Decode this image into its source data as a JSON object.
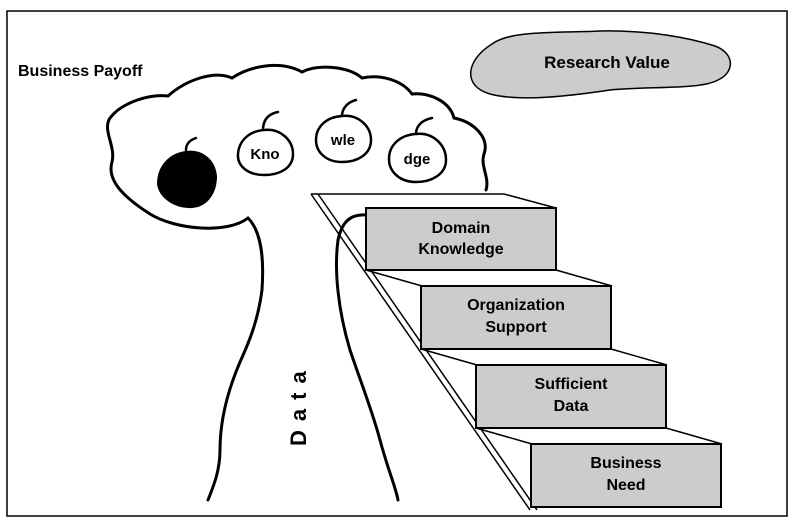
{
  "title": "Business Payoff",
  "cloud_label": "Research Value",
  "apple_labels": [
    "Kno",
    "wle",
    "dge"
  ],
  "trunk_label": "Data",
  "steps": [
    {
      "line1": "Domain",
      "line2": "Knowledge"
    },
    {
      "line1": "Organization",
      "line2": "Support"
    },
    {
      "line1": "Sufficient",
      "line2": "Data"
    },
    {
      "line1": "Business",
      "line2": "Need"
    }
  ],
  "colors": {
    "step_fill": "#cccccc",
    "cloud_fill": "#cccccc",
    "ink": "#000000"
  }
}
